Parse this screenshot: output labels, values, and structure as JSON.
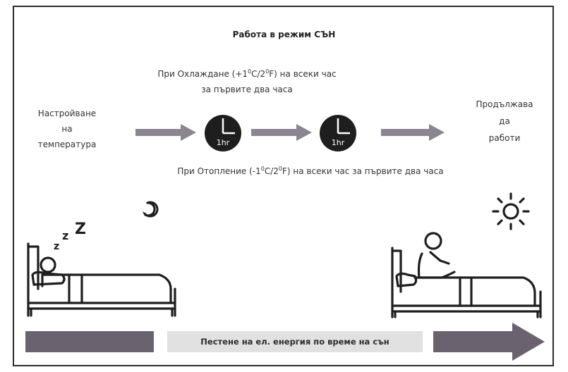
{
  "title": "Работа в режим СЪН",
  "cooling": {
    "line1_prefix": "При Охлаждане (+1",
    "line1_mid": "C/2",
    "line1_suffix": "F) на всеки час",
    "degree_mark": "0",
    "line2": "за първите два часа"
  },
  "heating": {
    "prefix": "При Отопление (-1",
    "mid": "C/2",
    "suffix": "F) на всеки час за първите два часа",
    "degree_mark": "0"
  },
  "setting_label": [
    "Настройване",
    "на",
    "температура"
  ],
  "continue_label": [
    "Продължава",
    "да",
    "работи"
  ],
  "clock_label": "1hr",
  "sleep_letters": [
    "z",
    "z",
    "Z"
  ],
  "energy_label": "Пестене на ел. енергия по време на сън",
  "icons": [
    "clock-icon",
    "moon-icon",
    "sun-icon",
    "sleeping-person-bed-icon",
    "waking-person-bed-icon",
    "right-arrow"
  ],
  "colors": {
    "arrow": "#8a8590",
    "bar": "#6b6270",
    "label_bg": "#e1e1e1",
    "icon": "#1e1e1e"
  }
}
